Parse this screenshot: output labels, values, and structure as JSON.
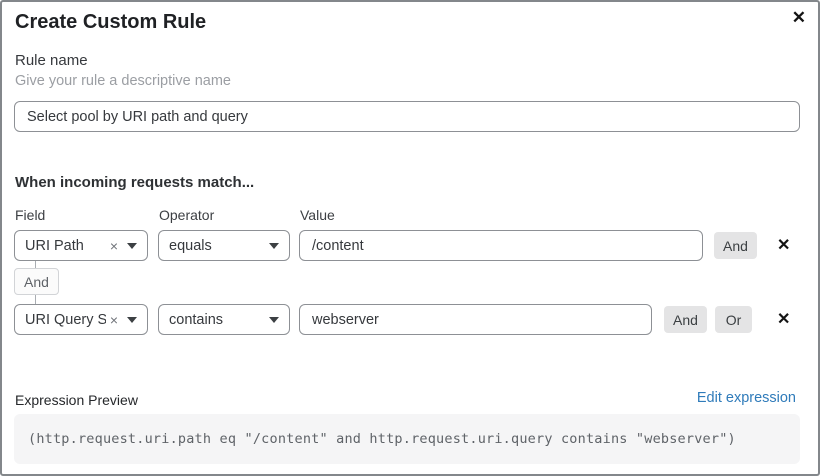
{
  "dialog": {
    "title": "Create Custom Rule"
  },
  "icons": {
    "close": "✕",
    "clear": "×",
    "remove": "✕"
  },
  "rule_name": {
    "label": "Rule name",
    "helper": "Give your rule a descriptive name",
    "value": "Select pool by URI path and query"
  },
  "matcher": {
    "heading": "When incoming requests match...",
    "columns": {
      "field": "Field",
      "operator": "Operator",
      "value": "Value"
    },
    "connector": "And",
    "rows": [
      {
        "field": "URI Path",
        "operator": "equals",
        "value": "/content",
        "and_label": "And"
      },
      {
        "field": "URI Query St...",
        "operator": "contains",
        "value": "webserver",
        "and_label": "And",
        "or_label": "Or"
      }
    ]
  },
  "expression": {
    "label": "Expression Preview",
    "edit_link": "Edit expression",
    "code": "(http.request.uri.path eq \"/content\" and http.request.uri.query contains \"webserver\")"
  },
  "colors": {
    "link": "#2f7bba",
    "button_bg": "#e4e4e5",
    "border": "#8d9095"
  }
}
